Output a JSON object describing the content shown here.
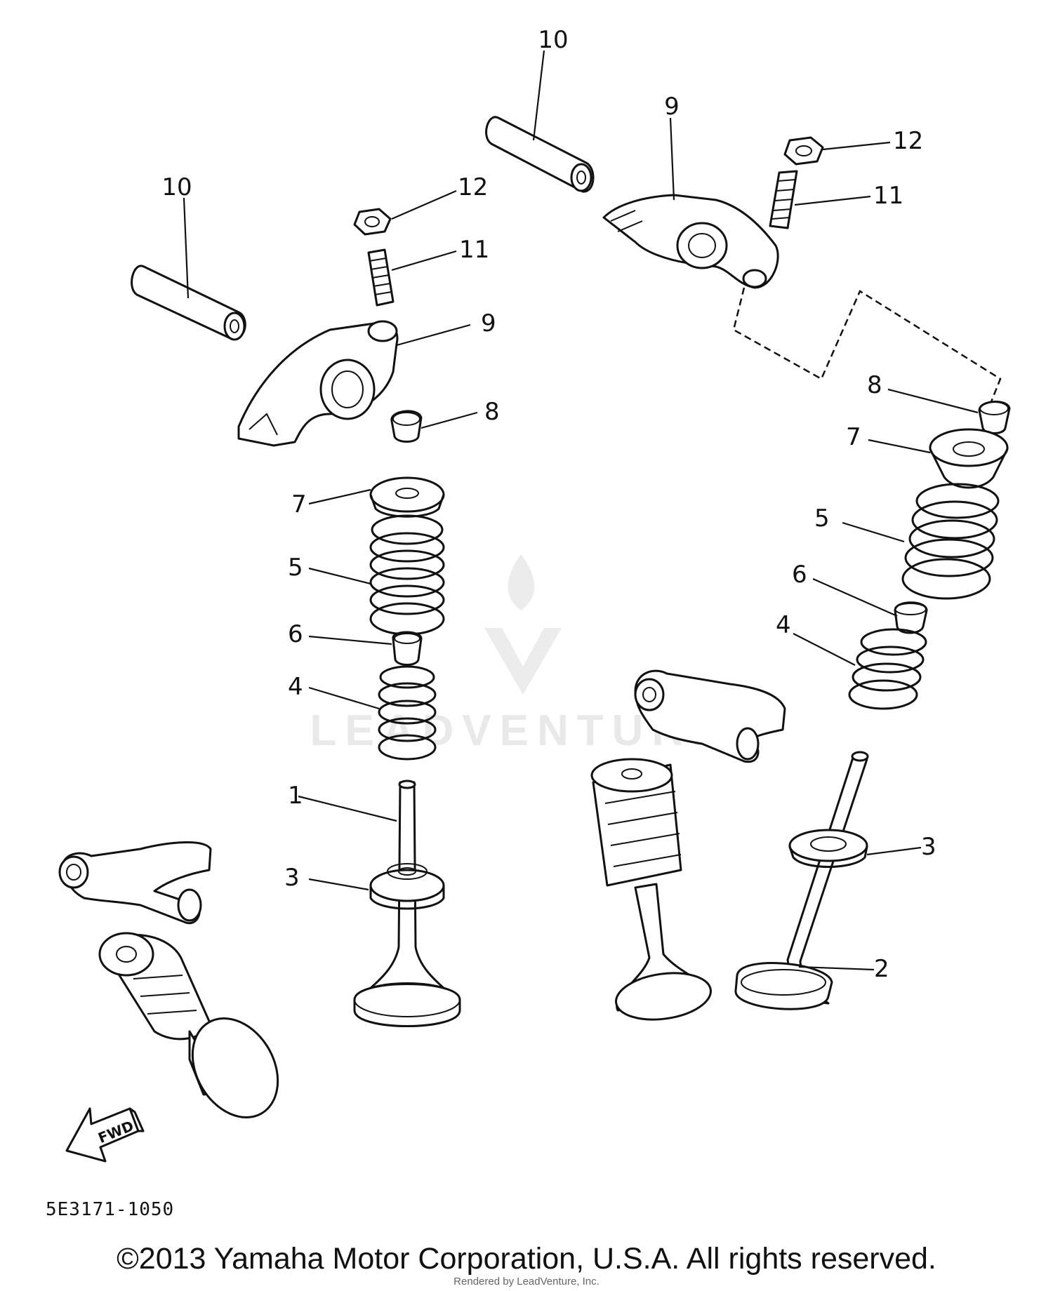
{
  "callouts": [
    "10",
    "10",
    "9",
    "9",
    "12",
    "12",
    "11",
    "11",
    "8",
    "8",
    "7",
    "7",
    "5",
    "5",
    "6",
    "6",
    "4",
    "4",
    "1",
    "3",
    "3",
    "2"
  ],
  "direction_label": "FWD",
  "diagram_number": "5E3171-1050",
  "watermark": "LEADVENTURE",
  "copyright": "©2013 Yamaha Motor Corporation, U.S.A. All rights reserved.",
  "rendered_by": "Rendered by LeadVenture, Inc."
}
